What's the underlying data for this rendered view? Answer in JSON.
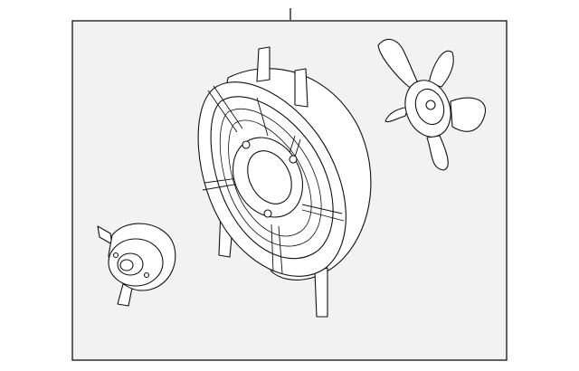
{
  "diagram": {
    "kind": "exploded-parts-illustration",
    "parts": [
      {
        "id": "fan-shroud-assembly",
        "label": ""
      },
      {
        "id": "fan-blade",
        "label": ""
      },
      {
        "id": "fan-motor",
        "label": ""
      }
    ],
    "colors": {
      "line": "#111111",
      "frame_fill": "#f2f2f2",
      "part_fill": "#ffffff"
    }
  }
}
